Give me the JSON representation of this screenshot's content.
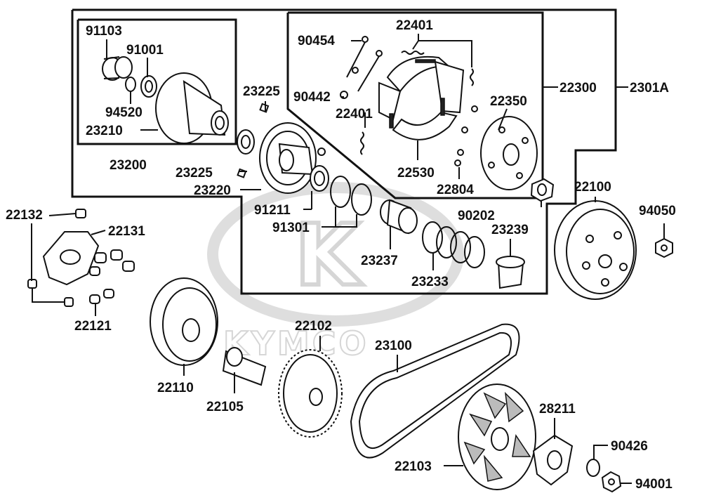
{
  "watermark": {
    "brand": "KYMCO",
    "letter": "K"
  },
  "labels": {
    "p91103": "91103",
    "p91001": "91001",
    "p94520": "94520",
    "p23210": "23210",
    "p23200": "23200",
    "p23225a": "23225",
    "p23225b": "23225",
    "p23220": "23220",
    "p91211": "91211",
    "p91301": "91301",
    "p90454": "90454",
    "p90442": "90442",
    "p22401a": "22401",
    "p22401b": "22401",
    "p22530": "22530",
    "p22350": "22350",
    "p22804": "22804",
    "p22300": "22300",
    "p2301A": "2301A",
    "p90202": "90202",
    "p23239": "23239",
    "p23237": "23237",
    "p23233": "23233",
    "p22100": "22100",
    "p94050": "94050",
    "p22132": "22132",
    "p22131": "22131",
    "p22121": "22121",
    "p22110": "22110",
    "p22105": "22105",
    "p22102": "22102",
    "p23100": "23100",
    "p28211": "28211",
    "p22103": "22103",
    "p90426": "90426",
    "p94001": "94001"
  }
}
